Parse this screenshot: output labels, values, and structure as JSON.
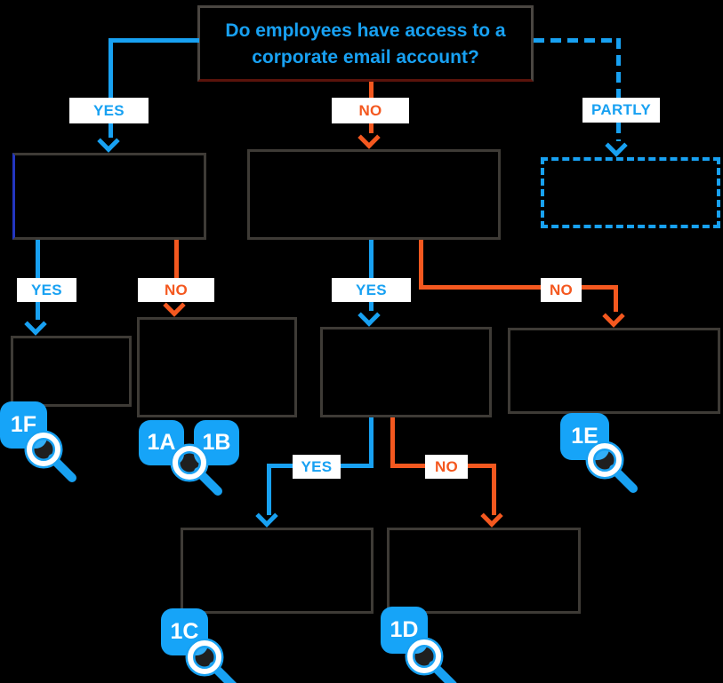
{
  "title": "Do employees have access to a corporate email account?",
  "edge_labels": {
    "root_yes": "YES",
    "root_no": "NO",
    "root_partly": "PARTLY",
    "email_yes": "YES",
    "email_no": "NO",
    "noemail_yes": "YES",
    "noemail_no": "NO",
    "deeper_yes": "YES",
    "deeper_no": "NO"
  },
  "badges": [
    {
      "label": "1F"
    },
    {
      "label": "1A"
    },
    {
      "label": "1B"
    },
    {
      "label": "1E"
    },
    {
      "label": "1C"
    },
    {
      "label": "1D"
    }
  ],
  "colors": {
    "accent_blue": "#18a1f2",
    "accent_orange": "#f4581f",
    "badge_blue": "#16a4f8",
    "border_gray": "#3e3b36",
    "border_gray_light": "#4a4641",
    "dark_red": "#5a130b",
    "box_edge_blue": "#2336c0",
    "label_bg": "#ffffff",
    "bg": "#000000"
  }
}
